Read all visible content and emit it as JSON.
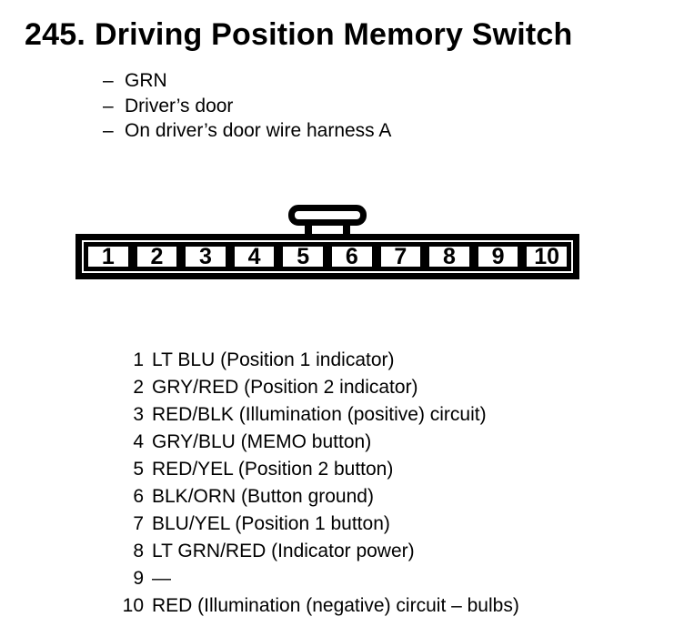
{
  "colors": {
    "ink": "#000000",
    "paper": "#ffffff"
  },
  "header": {
    "number": "245.",
    "title": "Driving Position Memory Switch"
  },
  "notes_marker": "–",
  "notes": [
    "GRN",
    "Driver’s door",
    "On driver’s door wire harness A"
  ],
  "connector": {
    "pins": [
      "1",
      "2",
      "3",
      "4",
      "5",
      "6",
      "7",
      "8",
      "9",
      "10"
    ]
  },
  "pinout": [
    {
      "pin": "1",
      "desc": "LT BLU (Position 1 indicator)"
    },
    {
      "pin": "2",
      "desc": "GRY/RED (Position 2 indicator)"
    },
    {
      "pin": "3",
      "desc": "RED/BLK (Illumination (positive) circuit)"
    },
    {
      "pin": "4",
      "desc": "GRY/BLU (MEMO button)"
    },
    {
      "pin": "5",
      "desc": "RED/YEL (Position 2 button)"
    },
    {
      "pin": "6",
      "desc": "BLK/ORN (Button ground)"
    },
    {
      "pin": "7",
      "desc": "BLU/YEL (Position 1 button)"
    },
    {
      "pin": "8",
      "desc": "LT GRN/RED (Indicator power)"
    },
    {
      "pin": "9",
      "desc": "—"
    },
    {
      "pin": "10",
      "desc": "RED (Illumination (negative) circuit – bulbs)"
    }
  ]
}
